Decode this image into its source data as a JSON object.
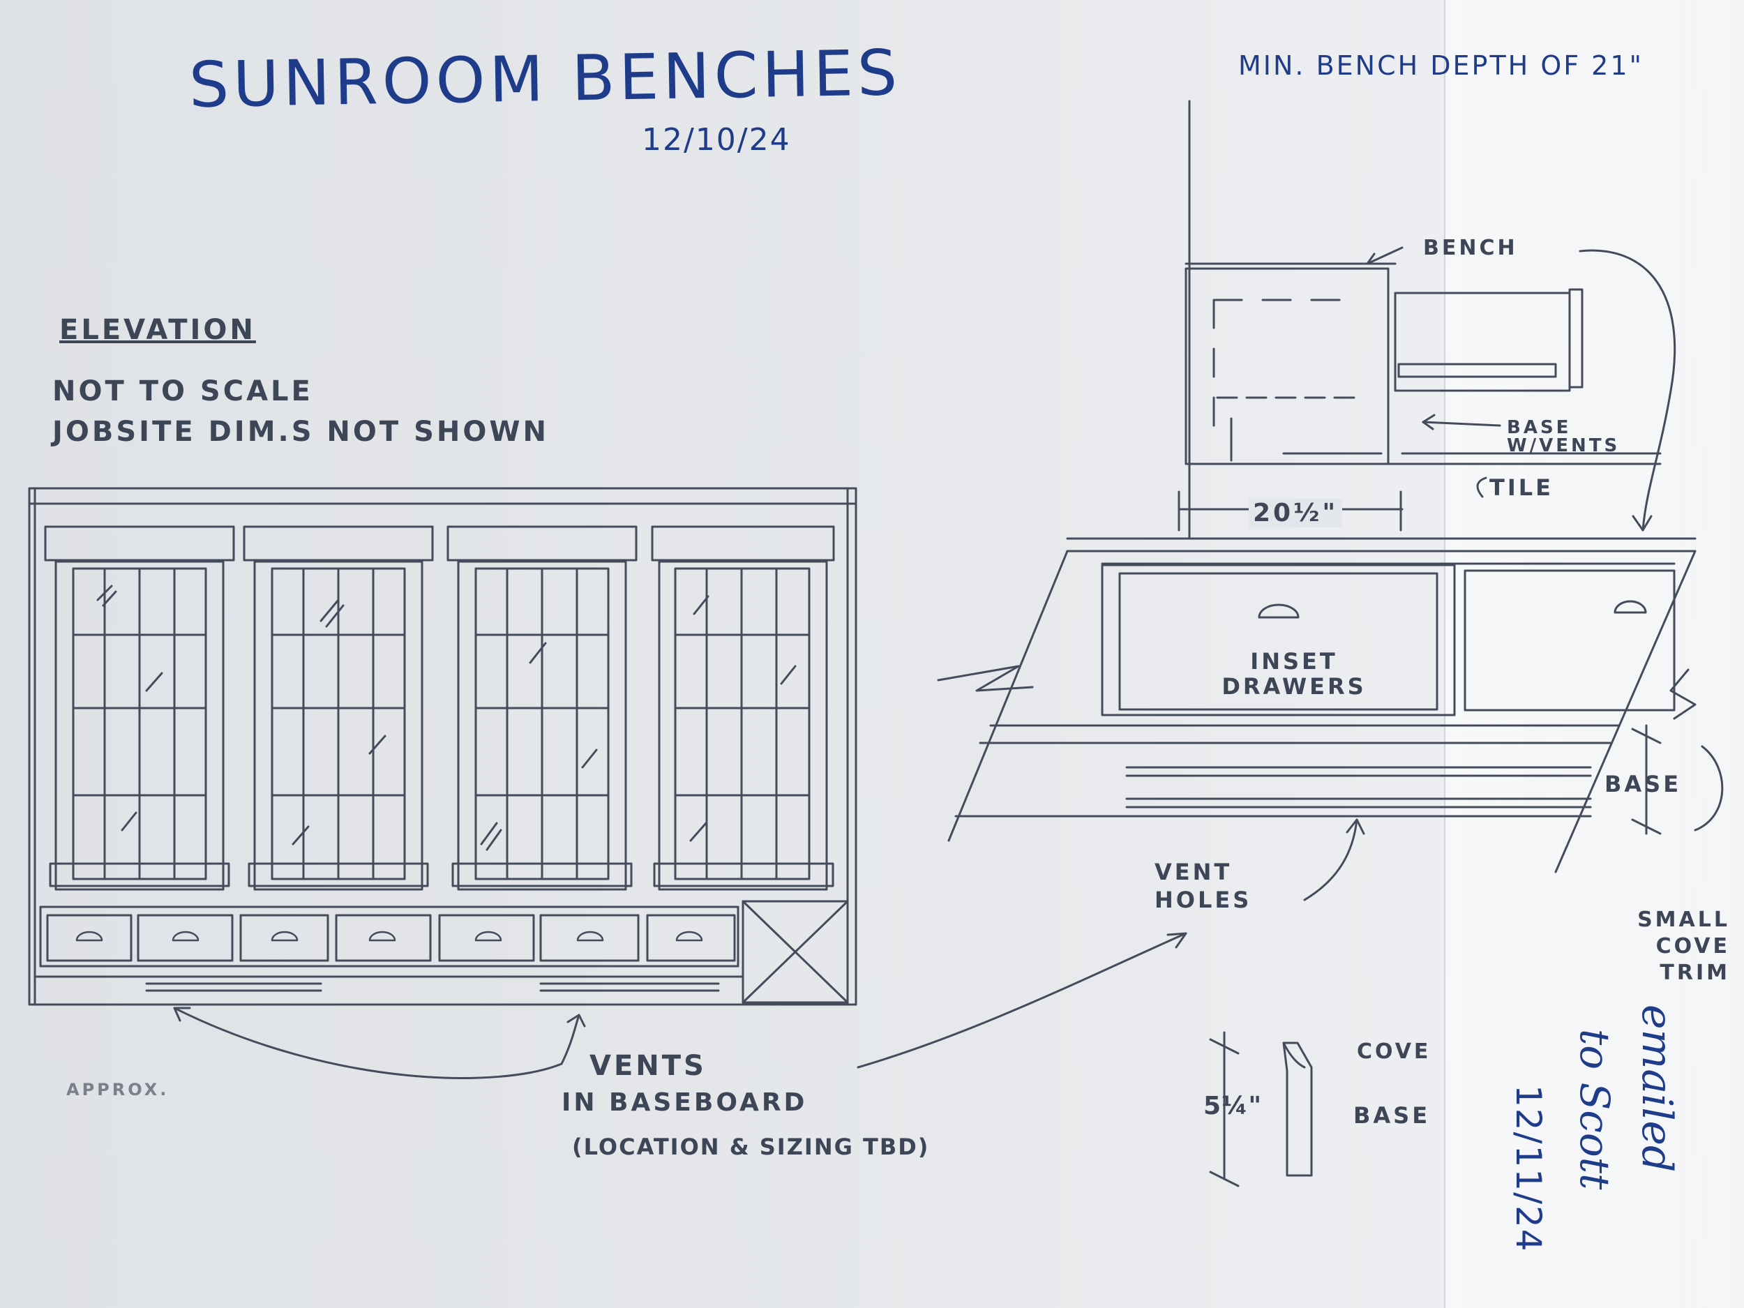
{
  "title": "SUNROOM BENCHES",
  "date": "12/10/24",
  "min_depth_note": "MIN. BENCH DEPTH OF 21\"",
  "elevation": {
    "heading": "ELEVATION",
    "note1": "NOT TO SCALE",
    "note2": "JOBSITE DIM.S NOT SHOWN"
  },
  "section": {
    "bench": "BENCH",
    "base_vents": "BASE W/VENTS",
    "tile": "TILE",
    "dim": "20½\"",
    "inset_drawers": "INSET DRAWERS",
    "base": "BASE",
    "vent_holes": "VENT HOLES",
    "small_cove_trim": "SMALL COVE TRIM"
  },
  "vents": {
    "line1": "VENTS",
    "line2": "IN BASEBOARD",
    "line3": "(LOCATION & SIZING TBD)"
  },
  "approx": "APPROX.",
  "detail": {
    "dim": "5¼\"",
    "cove": "COVE",
    "base": "BASE"
  },
  "emailed": {
    "line1": "emailed",
    "line2": "to Scott",
    "date": "12/11/24"
  },
  "colors": {
    "pencil": "#3d4656",
    "ink": "#1f3c8a",
    "paper": "#e6e8eb"
  }
}
